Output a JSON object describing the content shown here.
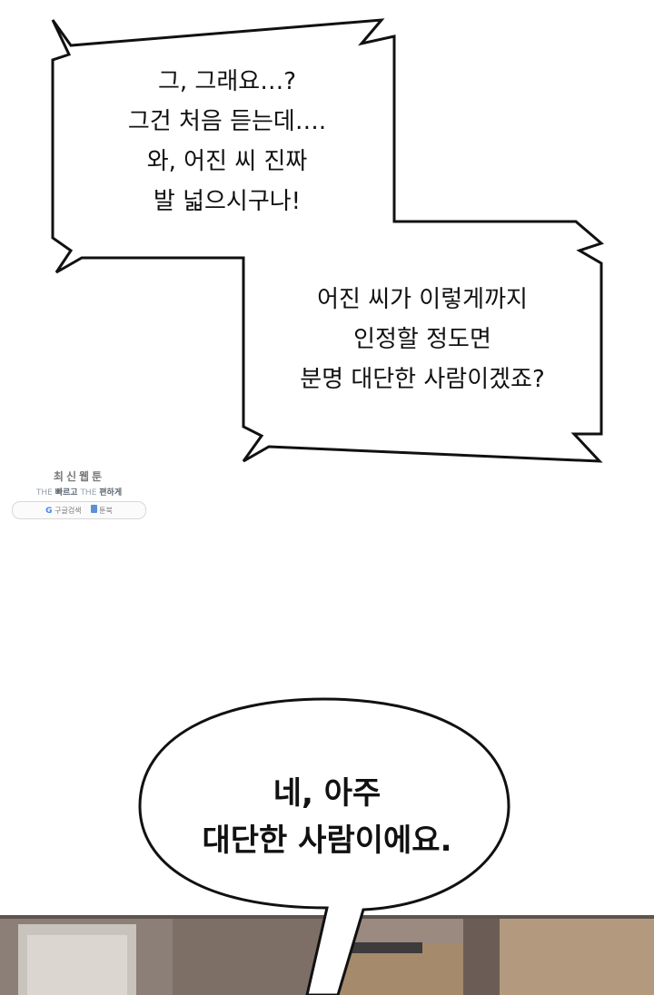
{
  "bubbles": [
    {
      "lines": [
        "그, 그래요…?",
        "그건 처음 듣는데….",
        "와, 어진 씨 진짜",
        "발 넓으시구나!"
      ]
    },
    {
      "lines": [
        "어진 씨가 이렇게까지",
        "인정할 정도면",
        "분명 대단한 사람이겠죠?"
      ]
    },
    {
      "lines": [
        "네, 아주",
        "대단한 사람이에요."
      ]
    }
  ],
  "watermark": {
    "title": "최신웹툰",
    "tagline_the1": "THE",
    "tagline_word1": "빠르고",
    "tagline_the2": "THE",
    "tagline_word2": "편하게",
    "search_label": "구글검색",
    "brand": "툰북"
  },
  "colors": {
    "ink": "#111111",
    "background": "#ffffff",
    "floor": "#b49a7e",
    "wall": "#8a7c74"
  }
}
